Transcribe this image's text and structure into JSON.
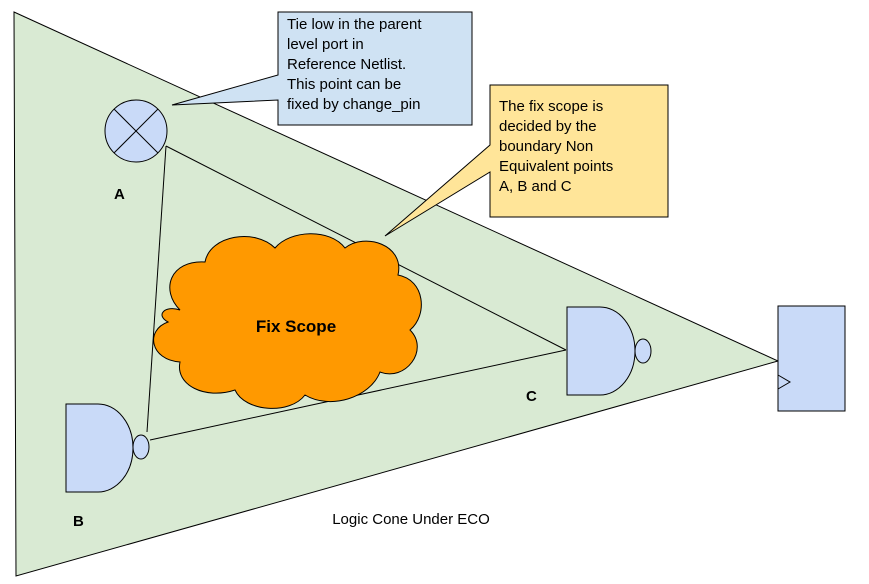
{
  "diagram": {
    "cone_label": "Logic Cone Under ECO",
    "fix_scope_label": "Fix Scope",
    "point_a_label": "A",
    "point_b_label": "B",
    "point_c_label": "C",
    "callout_tie_low": {
      "lines": [
        "Tie low in the parent",
        "level port in",
        "Reference Netlist.",
        "This point can be",
        "fixed by change_pin"
      ]
    },
    "callout_fix_scope": {
      "lines": [
        "The fix scope is",
        "decided by the",
        "boundary Non",
        "Equivalent points",
        "A, B and C"
      ]
    }
  },
  "colors": {
    "cone_fill": "#d9ead3",
    "gate_fill": "#c9daf8",
    "cloud_fill": "#ff9900",
    "callout_blue": "#cfe2f3",
    "callout_yellow": "#ffe599",
    "stroke": "#000000"
  }
}
